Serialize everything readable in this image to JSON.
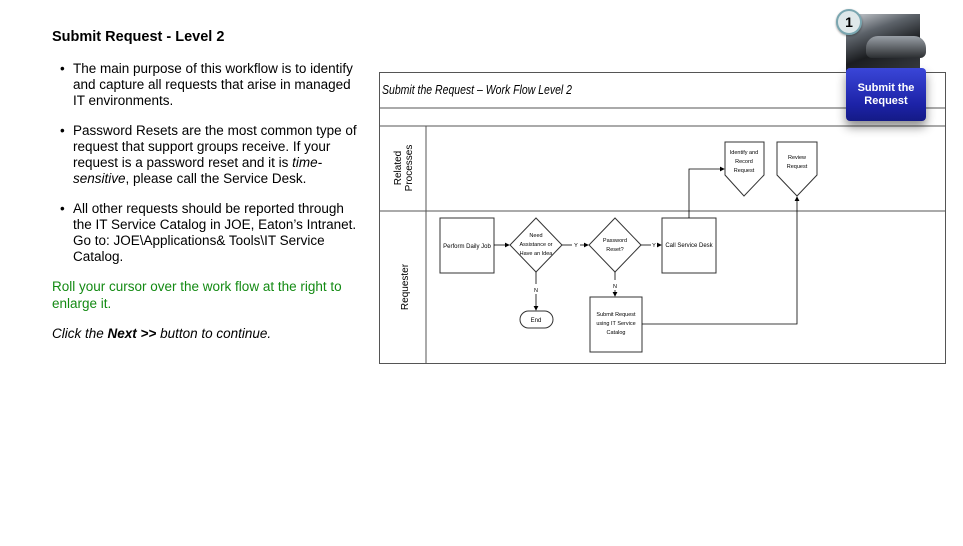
{
  "page": {
    "title": "Submit Request - Level 2",
    "bullets": [
      {
        "text": "The main purpose of this workflow is to identify and capture all requests that arise in managed IT environments."
      },
      {
        "before": "Password Resets are the most common type of request that support groups receive.  If your request is a password reset and it is ",
        "emphasis": "time-sensitive",
        "after": ", please call the Service Desk."
      },
      {
        "text": "All other requests should be reported through the IT Service Catalog in JOE, Eaton’s Intranet.  Go to: JOE\\Applications& Tools\\IT Service Catalog."
      }
    ],
    "bullet_glyph": "•",
    "hint": "Roll your cursor over the work flow at the right to enlarge it.",
    "cta": {
      "before": "Click the ",
      "next": "Next >>",
      "after": " button to continue."
    }
  },
  "workflow": {
    "title": "Submit the Request – Work Flow Level 2",
    "lanes": {
      "related": [
        "Related",
        "Processes"
      ],
      "requester": "Requester"
    },
    "nodes": {
      "perform": "Perform Daily Job",
      "need": [
        "Need",
        "Assistance or",
        "Have an Idea"
      ],
      "password": [
        "Password",
        "Reset?"
      ],
      "call": "Call Service Desk",
      "identify": [
        "Identify and",
        "Record",
        "Request"
      ],
      "review": [
        "Review",
        "Request"
      ],
      "end": "End",
      "submit": [
        "Submit Request",
        "using IT Service",
        "Catalog"
      ]
    },
    "edge_labels": {
      "yes": "Y",
      "no": "N"
    }
  },
  "badge": {
    "number": "1",
    "label": "Submit the Request",
    "photo": "telephone-photo",
    "button_color": "#1c22a6"
  }
}
